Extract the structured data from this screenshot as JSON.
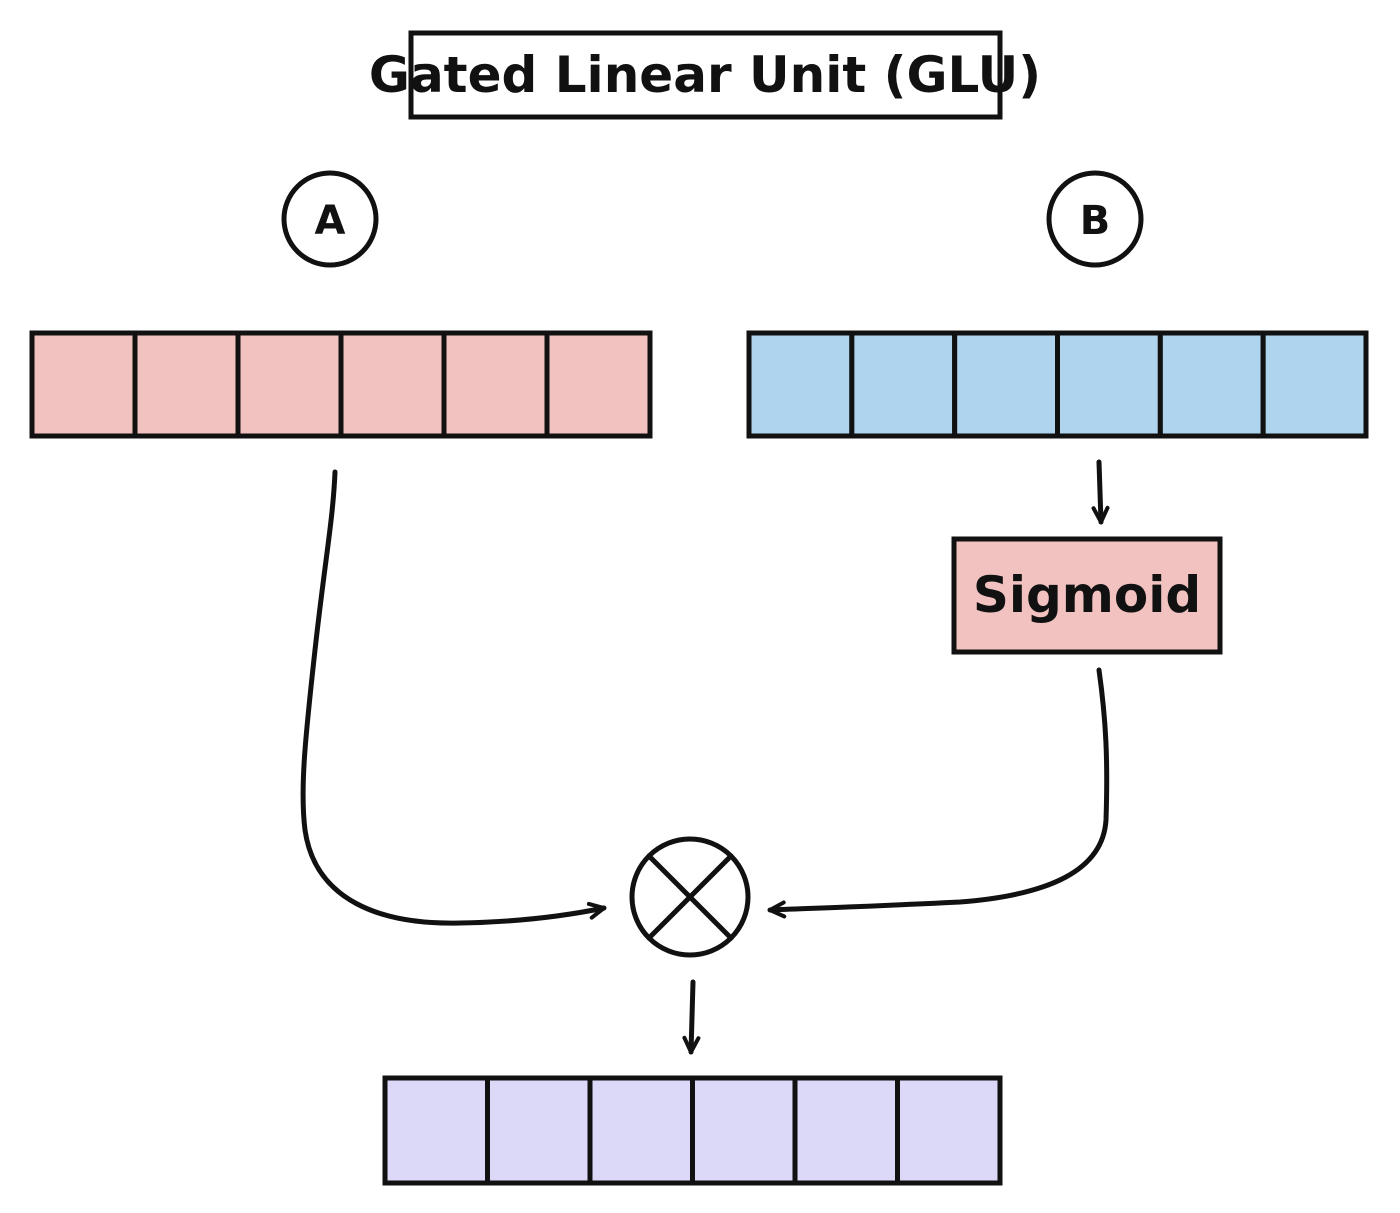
{
  "title": "Gated Linear Unit (GLU)",
  "input_a": {
    "label": "A",
    "color": "#f2c2c1",
    "cell_count": 6
  },
  "input_b": {
    "label": "B",
    "color": "#aed4ee",
    "cell_count": 6
  },
  "activation": {
    "label": "Sigmoid",
    "color": "#f2c2c1"
  },
  "operator": {
    "name": "multiply-icon"
  },
  "output": {
    "color": "#dcd8f8",
    "cell_count": 6
  }
}
